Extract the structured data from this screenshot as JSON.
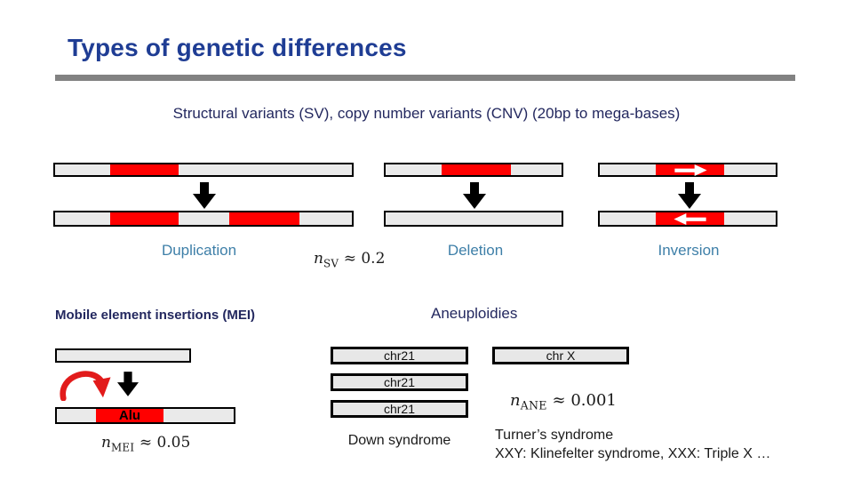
{
  "slide": {
    "title": "Types of genetic differences",
    "subtitle": "Structural variants (SV), copy number variants (CNV) (20bp to mega-bases)"
  },
  "sv": {
    "duplication_label": "Duplication",
    "deletion_label": "Deletion",
    "inversion_label": "Inversion",
    "rate": {
      "var": "n",
      "sub": "SV",
      "value": "≈ 0.2"
    }
  },
  "mei": {
    "heading": "Mobile element insertions (MEI)",
    "alu_label": "Alu",
    "rate": {
      "var": "n",
      "sub": "MEI",
      "value": "≈ 0.05"
    }
  },
  "aneuploidy": {
    "heading": "Aneuploidies",
    "chr21_boxes": [
      "chr21",
      "chr21",
      "chr21"
    ],
    "chrx_box": "chr X",
    "rate": {
      "var": "n",
      "sub": "ANE",
      "value": "≈ 0.001"
    },
    "down_caption": "Down syndrome",
    "turner_caption": "Turner’s syndrome",
    "xxy_caption": "XXY: Klinefelter syndrome, XXX: Triple X …"
  },
  "colors": {
    "title_blue": "#1F3D94",
    "heading_navy": "#23285F",
    "label_blue": "#3E7FA8",
    "segment_red": "#FF0000",
    "curved_arrow_red": "#E21B1B",
    "bar_gray": "#EAEAEA",
    "rule_gray": "#828282"
  }
}
